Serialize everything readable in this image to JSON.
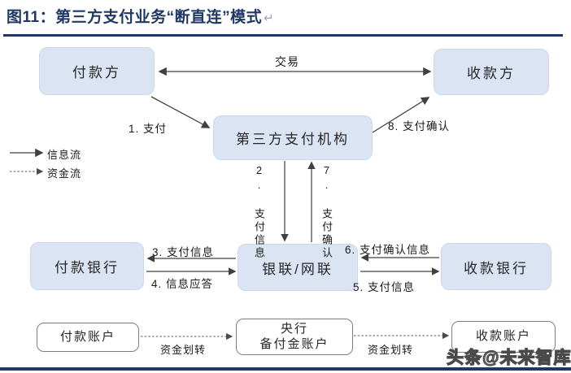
{
  "header": {
    "title": "图11：第三方支付业务“断直连”模式",
    "return_mark": "↵"
  },
  "legend": {
    "info_flow_label": "信息流",
    "fund_flow_label": "资金流"
  },
  "nodes": {
    "payer": "付款方",
    "payee": "收款方",
    "third_party": "第三方支付机构",
    "payer_bank": "付款银行",
    "clearing_house": "银联/网联",
    "payee_bank": "收款银行",
    "payer_account": "付款账户",
    "central_bank_reserve_account": "央行\n备付金账户",
    "payee_account": "收款账户"
  },
  "edges": {
    "transaction": "交易",
    "step1_pay": "1. 支付",
    "step2_payment_info": "2. 支付信息",
    "step3_payment_info": "3. 支付信息",
    "step4_info_reply": "4. 信息应答",
    "step5_payment_info": "5. 支付信息",
    "step6_confirm_info": "6. 支付确认信息",
    "step7_pay_confirm": "7. 支付确认",
    "step8_pay_confirm": "8. 支付确认",
    "fund_transfer_left": "资金划转",
    "fund_transfer_right": "资金划转"
  },
  "watermark": "头条@未来智库",
  "colors": {
    "accent_navy": "#1f3864",
    "node_fill": "#dbe4f2",
    "arrow": "#404040",
    "dashed_arrow": "#595959"
  }
}
